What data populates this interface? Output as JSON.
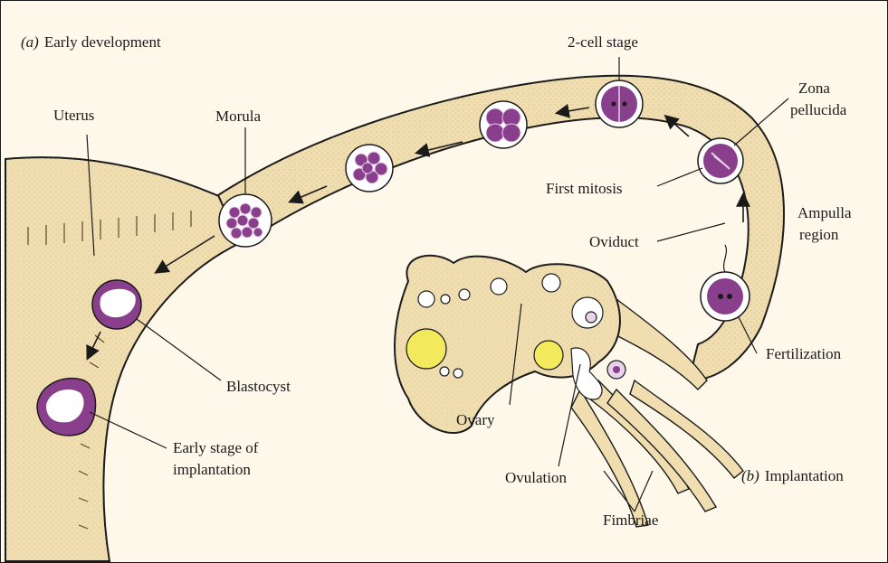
{
  "panel_a": {
    "letter": "(a)",
    "title": "Early development"
  },
  "panel_b": {
    "letter": "(b)",
    "title": "Implantation"
  },
  "labels": {
    "uterus": "Uterus",
    "morula": "Morula",
    "two_cell": "2-cell stage",
    "zona_line1": "Zona",
    "zona_line2": "pellucida",
    "first_mitosis": "First mitosis",
    "ampulla_line1": "Ampulla",
    "ampulla_line2": "region",
    "oviduct": "Oviduct",
    "fertilization": "Fertilization",
    "blastocyst": "Blastocyst",
    "early_stage_line1": "Early stage of",
    "early_stage_line2": "implantation",
    "ovary": "Ovary",
    "ovulation": "Ovulation",
    "fimbriae": "Fimbriae"
  },
  "colors": {
    "tissue": "#f1deb0",
    "tissue_dark": "#d9bf86",
    "cell_purple": "#8a3f8c",
    "cell_light": "#e8d2ea",
    "follicle_yellow": "#f2ea5c"
  }
}
